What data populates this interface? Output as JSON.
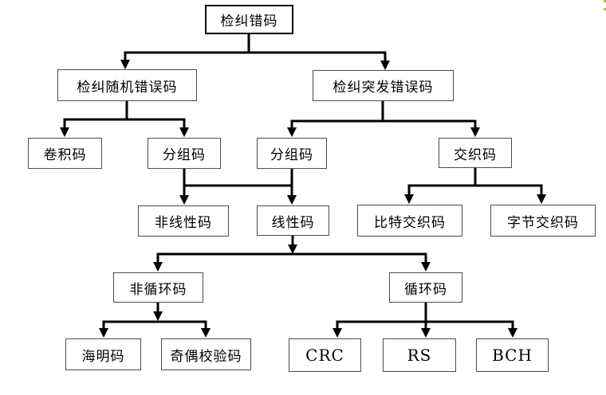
{
  "diagram": {
    "type": "tree-flowchart",
    "topic": "error detection and correction code classification",
    "nodes": {
      "root": {
        "label": "检纠错码"
      },
      "random": {
        "label": "检纠随机错误码"
      },
      "burst": {
        "label": "检纠突发错误码"
      },
      "convolutional": {
        "label": "卷积码"
      },
      "block_random": {
        "label": "分组码"
      },
      "block_burst": {
        "label": "分组码"
      },
      "interleaved": {
        "label": "交织码"
      },
      "nonlinear": {
        "label": "非线性码"
      },
      "linear": {
        "label": "线性码"
      },
      "bit_interleaved": {
        "label": "比特交织码"
      },
      "byte_interleaved": {
        "label": "字节交织码"
      },
      "non_cyclic": {
        "label": "非循环码"
      },
      "cyclic": {
        "label": "循环码"
      },
      "hamming": {
        "label": "海明码"
      },
      "parity": {
        "label": "奇偶校验码"
      },
      "crc": {
        "label": "CRC"
      },
      "rs": {
        "label": "RS"
      },
      "bch": {
        "label": "BCH"
      }
    },
    "edges": [
      {
        "from": "root",
        "to": "random"
      },
      {
        "from": "root",
        "to": "burst"
      },
      {
        "from": "random",
        "to": "convolutional"
      },
      {
        "from": "random",
        "to": "block_random"
      },
      {
        "from": "burst",
        "to": "block_burst"
      },
      {
        "from": "burst",
        "to": "interleaved"
      },
      {
        "from": "block_random",
        "to": "nonlinear"
      },
      {
        "from": "block_random",
        "to": "linear"
      },
      {
        "from": "block_burst",
        "to": "nonlinear"
      },
      {
        "from": "block_burst",
        "to": "linear"
      },
      {
        "from": "interleaved",
        "to": "bit_interleaved"
      },
      {
        "from": "interleaved",
        "to": "byte_interleaved"
      },
      {
        "from": "linear",
        "to": "non_cyclic"
      },
      {
        "from": "linear",
        "to": "cyclic"
      },
      {
        "from": "non_cyclic",
        "to": "hamming"
      },
      {
        "from": "non_cyclic",
        "to": "parity"
      },
      {
        "from": "cyclic",
        "to": "crc"
      },
      {
        "from": "cyclic",
        "to": "rs"
      },
      {
        "from": "cyclic",
        "to": "bch"
      }
    ],
    "colors": {
      "background": "#ffffff",
      "connector_line": "#000000",
      "box_border": "#4c4c4c",
      "root_box_border": "#000000",
      "text": "#000000",
      "edge_artifact": "#b9bd3e"
    }
  }
}
